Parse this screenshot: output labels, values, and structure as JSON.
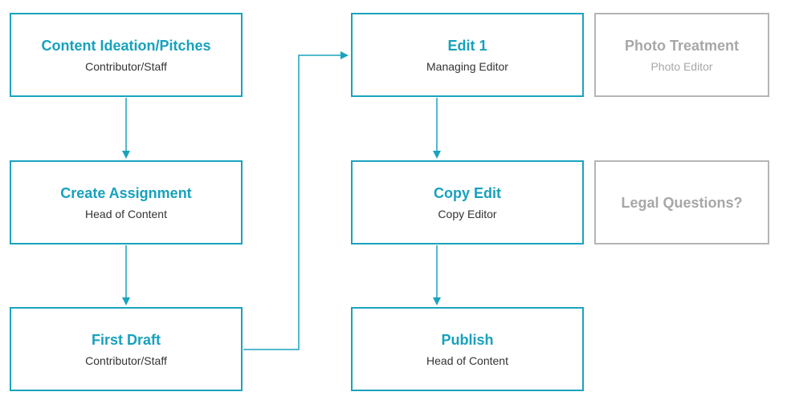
{
  "workflow": {
    "ideation": {
      "title": "Content Ideation/Pitches",
      "role": "Contributor/Staff"
    },
    "assignment": {
      "title": "Create Assignment",
      "role": "Head of Content"
    },
    "draft": {
      "title": "First Draft",
      "role": "Contributor/Staff"
    },
    "edit1": {
      "title": "Edit 1",
      "role": "Managing Editor"
    },
    "copy_edit": {
      "title": "Copy Edit",
      "role": "Copy Editor"
    },
    "publish": {
      "title": "Publish",
      "role": "Head of Content"
    }
  },
  "side_tasks": {
    "photo": {
      "title": "Photo Treatment",
      "role": "Photo Editor"
    },
    "legal": {
      "title": "Legal Questions?"
    }
  },
  "colors": {
    "accent": "#1aa3be",
    "muted": "#b5b5b5",
    "text": "#333333"
  }
}
